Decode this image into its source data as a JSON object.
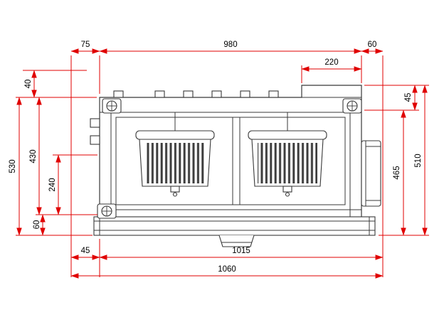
{
  "drawing": {
    "type": "technical-drawing",
    "subject": "fireplace-insert-front-section",
    "units": "mm",
    "colors": {
      "dimension_lines": "#e00000",
      "drawing_lines": "#383838",
      "text": "#000000",
      "background": "#ffffff"
    },
    "dims": {
      "top_offset_left": "75",
      "top_width": "980",
      "top_offset_right": "60",
      "top_step": "220",
      "left_collar": "40",
      "left_overall": "530",
      "left_door": "430",
      "left_grate": "240",
      "left_base": "60",
      "right_step": "45",
      "right_door_base": "465",
      "right_overall": "510",
      "bottom_offset": "45",
      "bottom_inner": "1015",
      "bottom_overall": "1060"
    }
  }
}
